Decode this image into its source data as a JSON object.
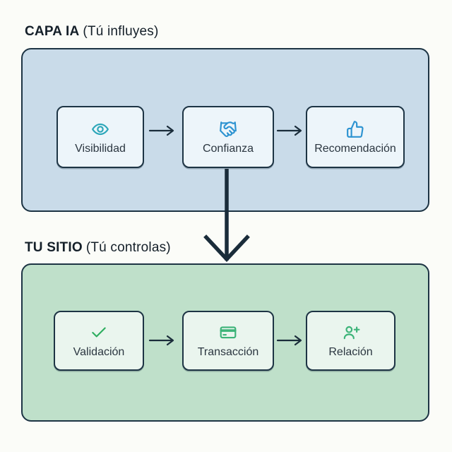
{
  "colors": {
    "page_bg": "#fbfcf8",
    "panel_blue": "#c9dbe9",
    "panel_green": "#bfe0ca",
    "node_fill_blue": "#edf5fa",
    "node_fill_green": "#eaf5ee",
    "border_dark": "#1d3444",
    "arrow": "#1a2c3a",
    "title_text": "#141f29",
    "label_text": "#2b3640"
  },
  "icons": {
    "horizontal_connector": "arrow-right-icon",
    "vertical_connector": "arrow-down-icon"
  },
  "sections": [
    {
      "title_bold": "CAPA IA",
      "title_note": "(Tú influyes)",
      "nodes": [
        {
          "label": "Visibilidad",
          "icon": "eye-icon",
          "icon_color": "#2ba6b9"
        },
        {
          "label": "Confianza",
          "icon": "handshake-icon",
          "icon_color": "#2d93d1"
        },
        {
          "label": "Recomendación",
          "icon": "thumbs-up-icon",
          "icon_color": "#2d93d1"
        }
      ]
    },
    {
      "title_bold": "TU SITIO",
      "title_note": "(Tú controlas)",
      "nodes": [
        {
          "label": "Validación",
          "icon": "check-icon",
          "icon_color": "#2fae60"
        },
        {
          "label": "Transacción",
          "icon": "credit-card-icon",
          "icon_color": "#3cb378"
        },
        {
          "label": "Relación",
          "icon": "person-plus-icon",
          "icon_color": "#3cb378"
        }
      ]
    }
  ]
}
